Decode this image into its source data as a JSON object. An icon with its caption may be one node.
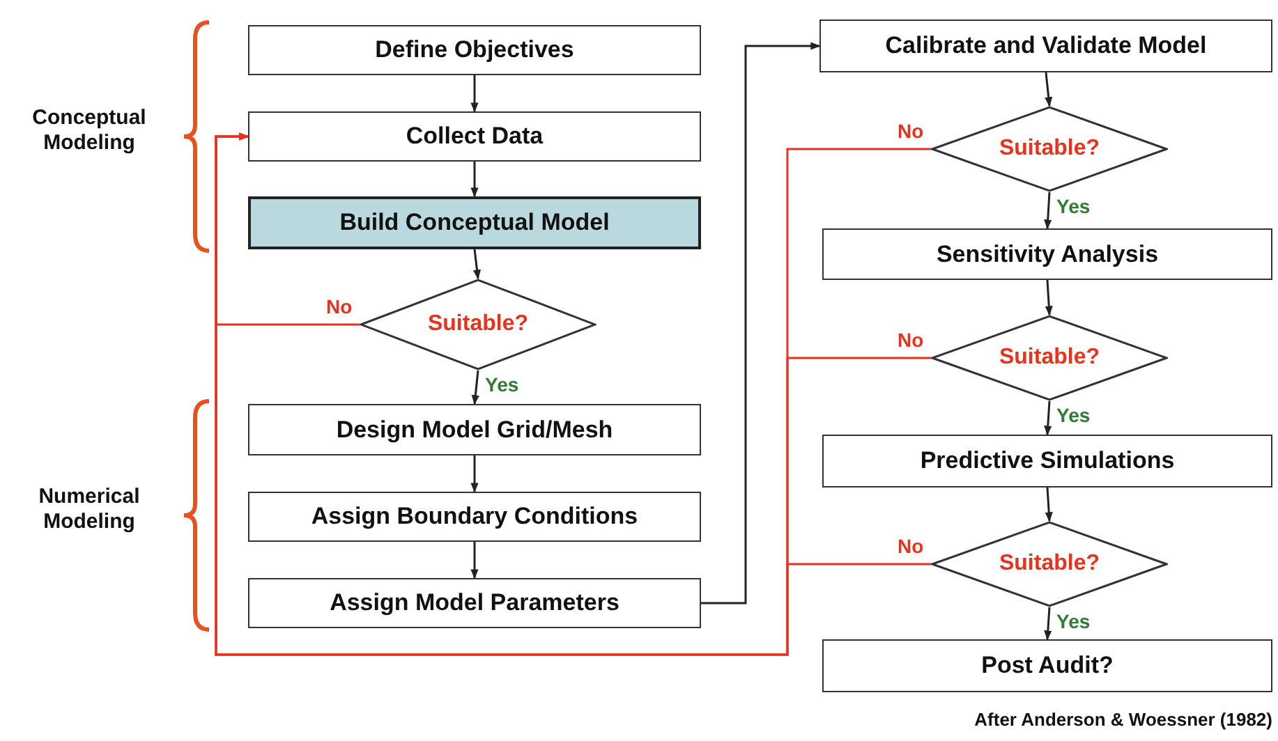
{
  "diagram": {
    "nodes": [
      {
        "text": [
          "Define Objectives"
        ]
      },
      {
        "text": [
          "Collect Data"
        ]
      },
      {
        "text": [
          "Build Conceptual Model"
        ]
      },
      {
        "text": [
          "Suitable?"
        ]
      },
      {
        "text": [
          "Design Model Grid/Mesh"
        ]
      },
      {
        "text": [
          "Assign Boundary Conditions"
        ]
      },
      {
        "text": [
          "Assign Model Parameters"
        ]
      },
      {
        "text": [
          "Calibrate and Validate Model"
        ]
      },
      {
        "text": [
          "Suitable?"
        ]
      },
      {
        "text": [
          "Sensitivity Analysis"
        ]
      },
      {
        "text": [
          "Suitable?"
        ]
      },
      {
        "text": [
          "Predictive Simulations"
        ]
      },
      {
        "text": [
          "Suitable?"
        ]
      },
      {
        "text": [
          "Post Audit?"
        ]
      }
    ],
    "edges": [
      {
        "from": 0,
        "to": 1,
        "arrow": "to"
      },
      {
        "from": 1,
        "to": 2,
        "arrow": "to"
      },
      {
        "from": 2,
        "to": 3,
        "arrow": "to"
      },
      {
        "from": 3,
        "to": 4,
        "arrow": "to",
        "label": "Yes"
      },
      {
        "from": 4,
        "to": 5,
        "arrow": "to"
      },
      {
        "from": 5,
        "to": 6,
        "arrow": "to"
      },
      {
        "from": 6,
        "to": 7,
        "arrow": "to"
      },
      {
        "from": 7,
        "to": 8,
        "arrow": "to"
      },
      {
        "from": 8,
        "to": 9,
        "arrow": "to",
        "label": "Yes"
      },
      {
        "from": 9,
        "to": 10,
        "arrow": "to"
      },
      {
        "from": 10,
        "to": 11,
        "arrow": "to",
        "label": "Yes"
      },
      {
        "from": 11,
        "to": 12,
        "arrow": "to"
      },
      {
        "from": 12,
        "to": 13,
        "arrow": "to",
        "label": "Yes"
      },
      {
        "from": 3,
        "to": 1,
        "arrow": "to",
        "label": "No",
        "color": "#e8321e"
      },
      {
        "from": 8,
        "to": 1,
        "arrow": "to",
        "label": "No",
        "color": "#e8321e"
      },
      {
        "from": 10,
        "to": 1,
        "arrow": "to",
        "label": "No",
        "color": "#e8321e"
      },
      {
        "from": 12,
        "to": 1,
        "arrow": "to",
        "label": "No",
        "color": "#e8321e"
      }
    ],
    "labels": [
      "Conceptual Modeling",
      "Numerical Modeling"
    ],
    "caption": "After Anderson & Woessner (1982)"
  }
}
